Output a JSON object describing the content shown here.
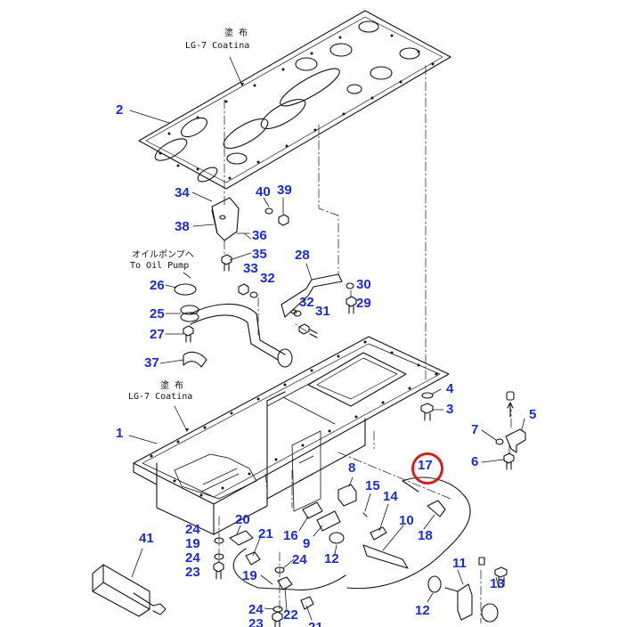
{
  "notes": {
    "coating_top_jp": "塗 布",
    "coating_top_en": "LG-7 Coatina",
    "coating_pan_jp": "塗 布",
    "coating_pan_en": "LG-7 Coatina",
    "oil_pump_jp": "オイルポンプへ",
    "oil_pump_en": "To Oil Pump"
  },
  "highlighted_part": "17",
  "highlight_color": "#d02020",
  "label_color": "#1a2bd6",
  "parts": [
    {
      "id": "p2",
      "text": "2"
    },
    {
      "id": "p34",
      "text": "34"
    },
    {
      "id": "p40",
      "text": "40"
    },
    {
      "id": "p39",
      "text": "39"
    },
    {
      "id": "p38",
      "text": "38"
    },
    {
      "id": "p36",
      "text": "36"
    },
    {
      "id": "p35",
      "text": "35"
    },
    {
      "id": "p33",
      "text": "33"
    },
    {
      "id": "p32a",
      "text": "32"
    },
    {
      "id": "p28",
      "text": "28"
    },
    {
      "id": "p30",
      "text": "30"
    },
    {
      "id": "p26",
      "text": "26"
    },
    {
      "id": "p25",
      "text": "25"
    },
    {
      "id": "p32b",
      "text": "32"
    },
    {
      "id": "p31",
      "text": "31"
    },
    {
      "id": "p29",
      "text": "29"
    },
    {
      "id": "p27",
      "text": "27"
    },
    {
      "id": "p37",
      "text": "37"
    },
    {
      "id": "p4",
      "text": "4"
    },
    {
      "id": "p3",
      "text": "3"
    },
    {
      "id": "p1",
      "text": "1"
    },
    {
      "id": "p5",
      "text": "5"
    },
    {
      "id": "p7",
      "text": "7"
    },
    {
      "id": "p6",
      "text": "6"
    },
    {
      "id": "p17",
      "text": "17"
    },
    {
      "id": "p8",
      "text": "8"
    },
    {
      "id": "p15",
      "text": "15"
    },
    {
      "id": "p14",
      "text": "14"
    },
    {
      "id": "p10",
      "text": "10"
    },
    {
      "id": "p18",
      "text": "18"
    },
    {
      "id": "p24a",
      "text": "24"
    },
    {
      "id": "p20",
      "text": "20"
    },
    {
      "id": "p19a",
      "text": "19"
    },
    {
      "id": "p21a",
      "text": "21"
    },
    {
      "id": "p16",
      "text": "16"
    },
    {
      "id": "p9",
      "text": "9"
    },
    {
      "id": "p12a",
      "text": "12"
    },
    {
      "id": "p41",
      "text": "41"
    },
    {
      "id": "p24b",
      "text": "24"
    },
    {
      "id": "p23a",
      "text": "23"
    },
    {
      "id": "p24c",
      "text": "24"
    },
    {
      "id": "p19b",
      "text": "19"
    },
    {
      "id": "p11",
      "text": "11"
    },
    {
      "id": "p13",
      "text": "13"
    },
    {
      "id": "p12b",
      "text": "12"
    },
    {
      "id": "p24d",
      "text": "24"
    },
    {
      "id": "p22",
      "text": "22"
    },
    {
      "id": "p23b",
      "text": "23"
    },
    {
      "id": "p21b",
      "text": "21"
    }
  ]
}
